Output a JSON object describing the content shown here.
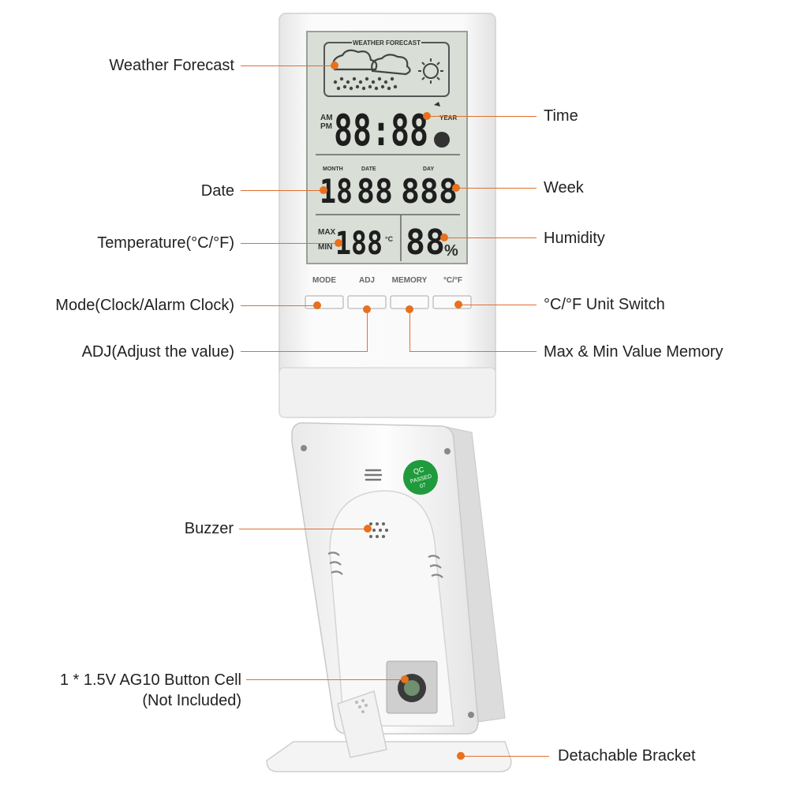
{
  "lcd": {
    "forecast_title": "WEATHER FORECAST",
    "am": "AM",
    "pm": "PM",
    "time_digits": "88:88",
    "year": "YEAR",
    "month": "MONTH",
    "date": "DATE",
    "day": "DAY",
    "month_digits": "18",
    "date_digits": "88",
    "day_digits": "888",
    "max": "MAX",
    "min": "MIN",
    "temp_digits": "188",
    "temp_unit": "°C",
    "humidity_digits": "88",
    "humidity_unit": "%"
  },
  "buttons": [
    "MODE",
    "ADJ",
    "MEMORY",
    "°C/°F"
  ],
  "sticker": {
    "line1": "QC",
    "line2": "PASSED",
    "line3": "07"
  },
  "labels": {
    "weather_forecast": "Weather Forecast",
    "time": "Time",
    "date": "Date",
    "week": "Week",
    "temperature": "Temperature(°C/°F)",
    "humidity": "Humidity",
    "mode": "Mode(Clock/Alarm Clock)",
    "unit_switch": "°C/°F Unit Switch",
    "adj": "ADJ(Adjust the value)",
    "memory": "Max & Min Value Memory",
    "buzzer": "Buzzer",
    "battery_line1": "1 * 1.5V AG10 Button Cell",
    "battery_line2": "(Not Included)",
    "bracket": "Detachable Bracket"
  },
  "colors": {
    "accent": "#e8701e",
    "lcd": "#d9ded6",
    "body": "#f4f4f4",
    "sticker": "#1f9a3c"
  }
}
